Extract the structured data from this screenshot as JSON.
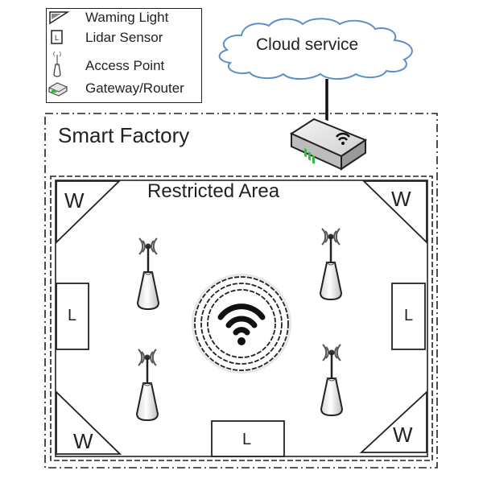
{
  "legend": {
    "items": [
      {
        "icon": "warning-light-icon",
        "label": "Waming Light"
      },
      {
        "icon": "lidar-sensor-icon",
        "label": "Lidar Sensor"
      },
      {
        "icon": "access-point-icon",
        "label": "Access Point"
      },
      {
        "icon": "gateway-router-icon",
        "label": "Gateway/Router"
      }
    ]
  },
  "cloud": {
    "label": "Cloud service",
    "stroke_color": "#5b8fc7"
  },
  "factory": {
    "title": "Smart Factory"
  },
  "restricted_area": {
    "title": "Restricted Area",
    "warning_lights": [
      {
        "position": "top-left",
        "label": "W"
      },
      {
        "position": "top-right",
        "label": "W"
      },
      {
        "position": "bottom-left",
        "label": "W"
      },
      {
        "position": "bottom-right",
        "label": "W"
      }
    ],
    "lidar_sensors": [
      {
        "position": "left",
        "label": "L"
      },
      {
        "position": "right",
        "label": "L"
      },
      {
        "position": "bottom",
        "label": "L"
      }
    ],
    "access_points": [
      {
        "position": "top-left"
      },
      {
        "position": "top-right"
      },
      {
        "position": "bottom-left"
      },
      {
        "position": "bottom-right"
      }
    ],
    "central_wifi": {
      "icon": "wifi-icon",
      "rings": 3
    }
  },
  "colors": {
    "router_led": "#3cb44a"
  }
}
